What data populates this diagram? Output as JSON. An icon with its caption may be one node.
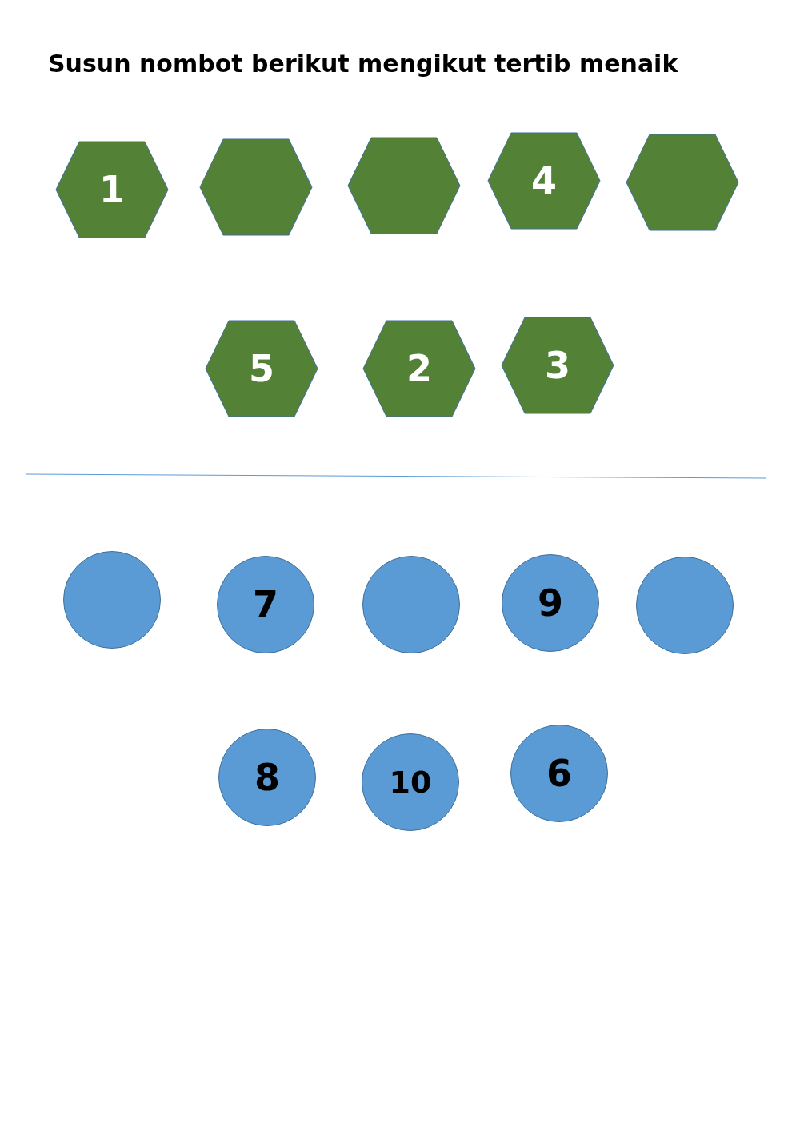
{
  "diagram": {
    "title": "Susun nombot berikut mengikut tertib menaik",
    "nodes": [
      {
        "text": [
          "1"
        ]
      },
      {
        "text": [],
        "shape": "hexagon"
      },
      {
        "text": [],
        "shape": "hexagon"
      },
      {
        "text": [
          "4"
        ]
      },
      {
        "text": [],
        "shape": "hexagon"
      },
      {
        "text": [
          "5"
        ]
      },
      {
        "text": [
          "2"
        ]
      },
      {
        "text": [
          "3"
        ]
      },
      {
        "text": [],
        "shape": "circle"
      },
      {
        "text": [
          "7"
        ]
      },
      {
        "text": [],
        "shape": "circle"
      },
      {
        "text": [
          "9"
        ]
      },
      {
        "text": [],
        "shape": "circle"
      },
      {
        "text": [
          "8"
        ]
      },
      {
        "text": [
          "10"
        ]
      },
      {
        "text": [
          "6"
        ]
      }
    ]
  }
}
